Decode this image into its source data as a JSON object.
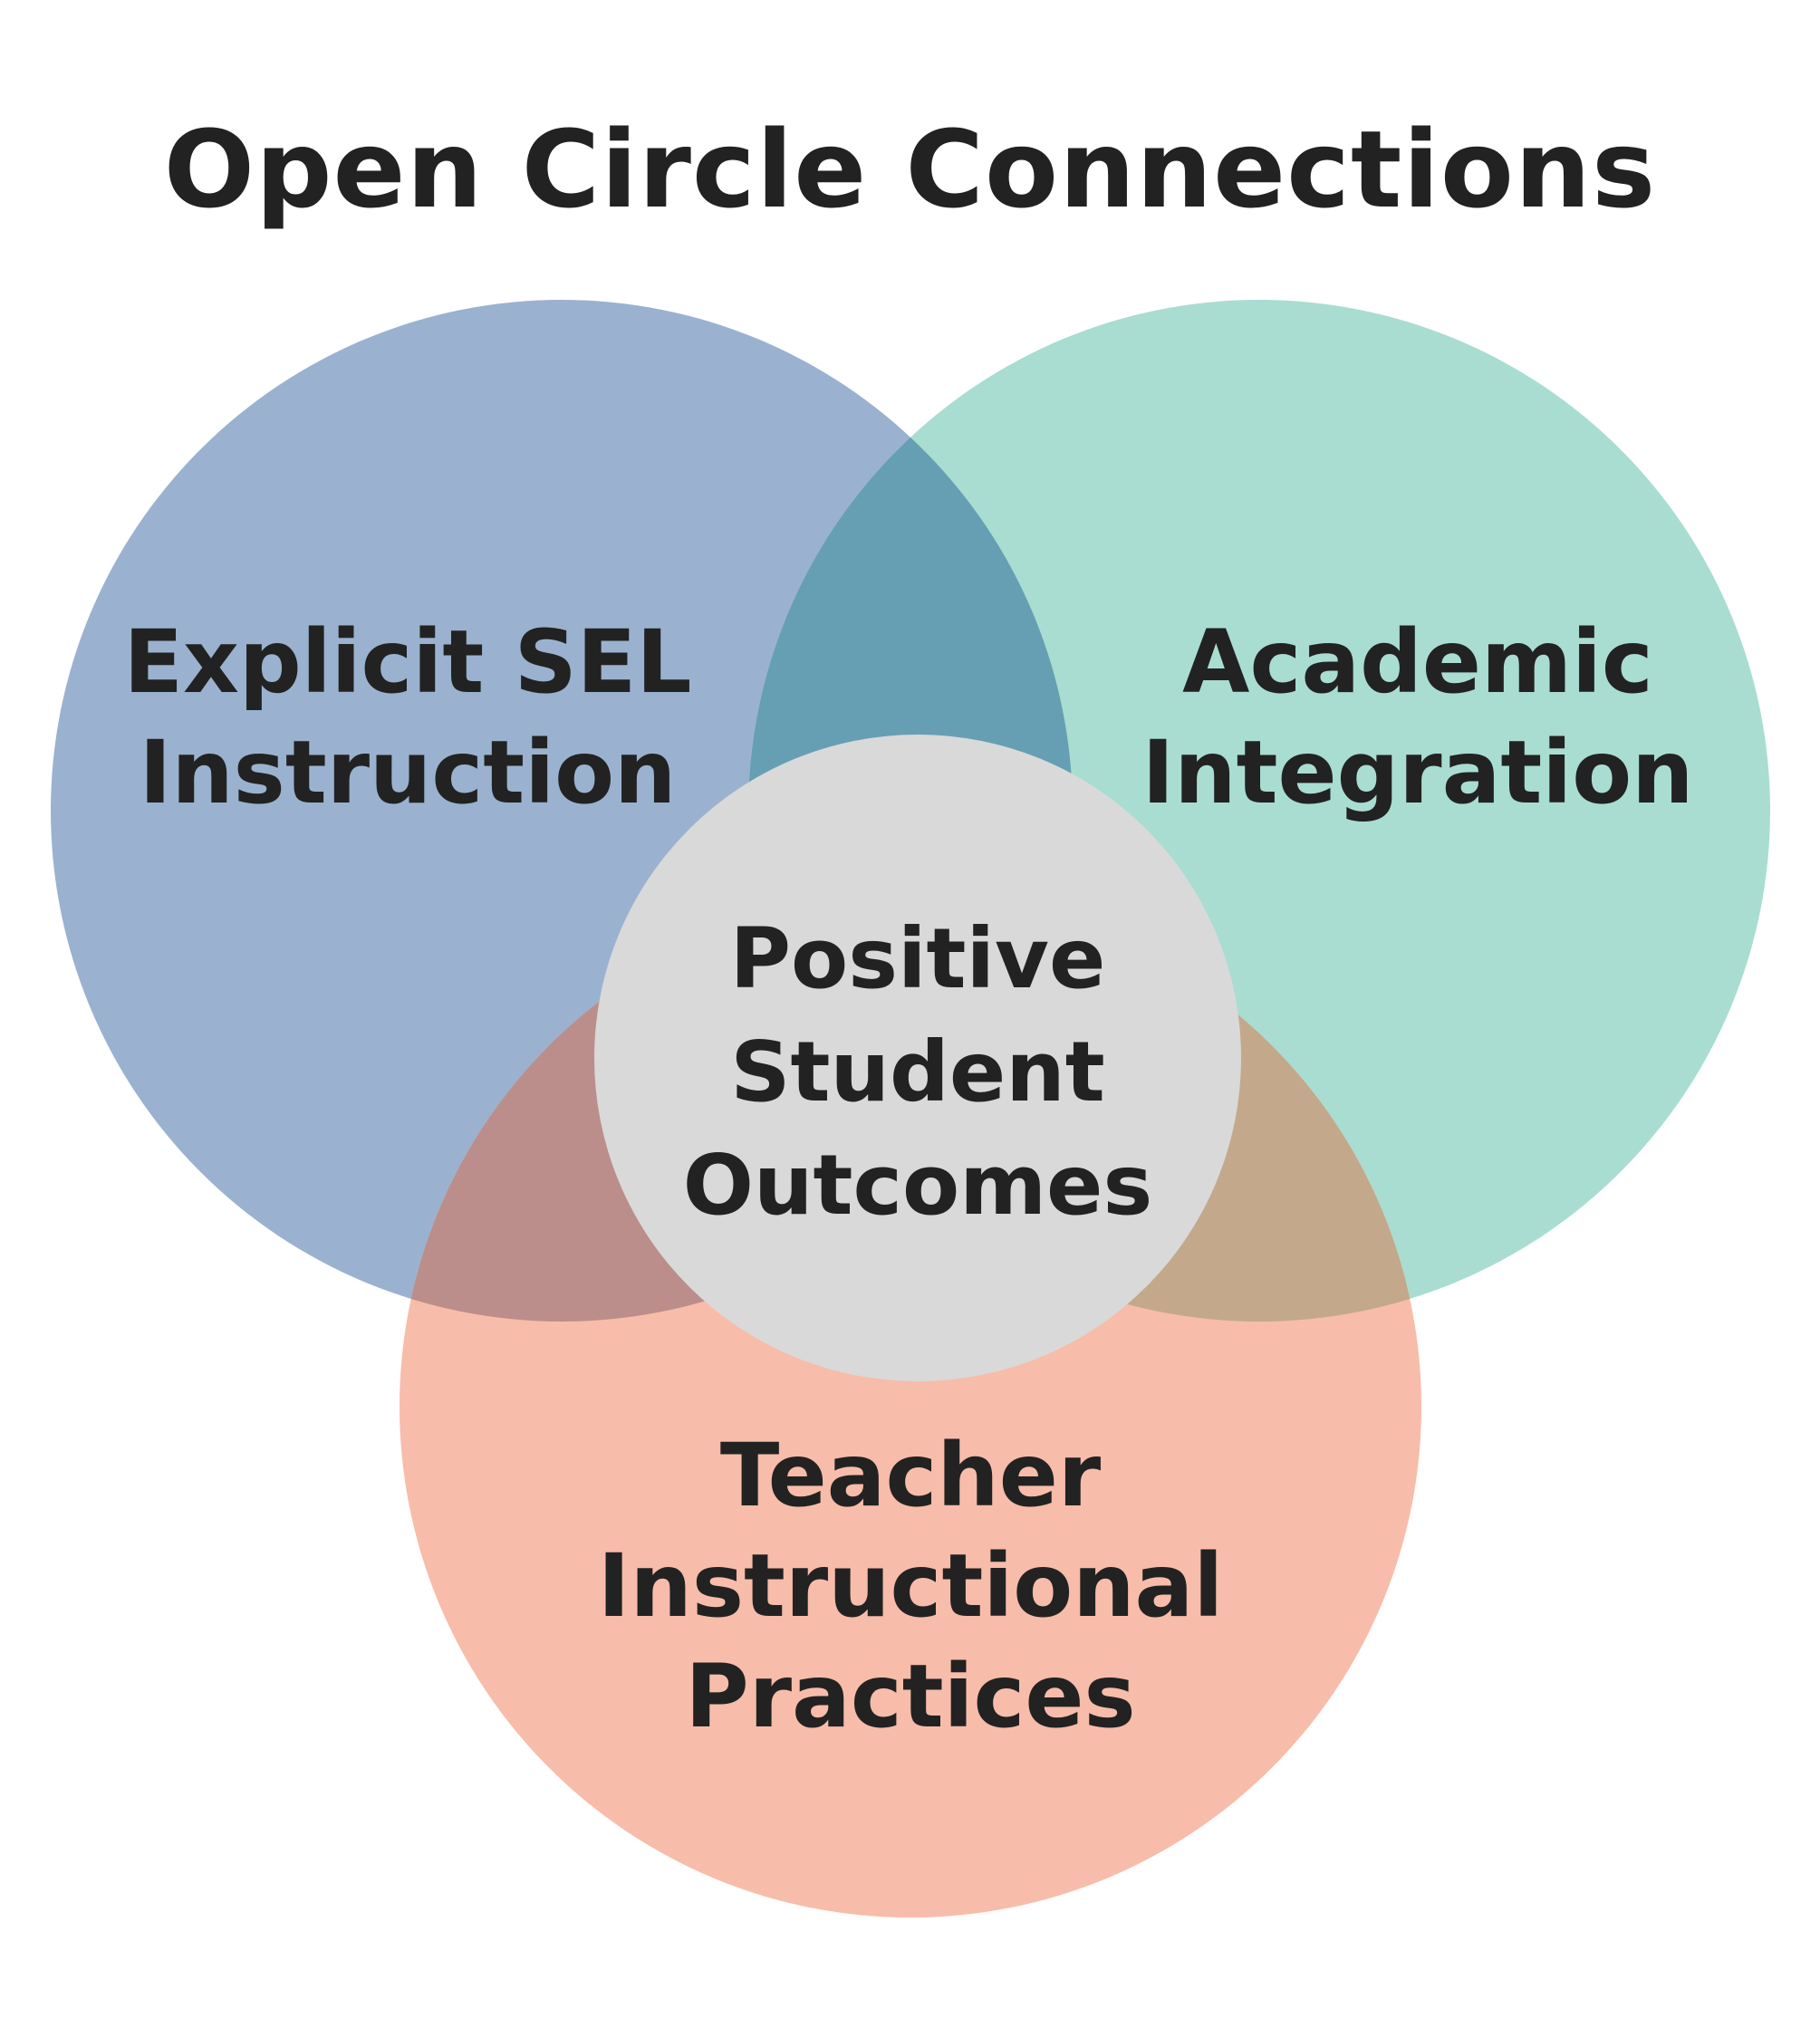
{
  "title": "Open Circle Connections",
  "circles": {
    "sel": {
      "lines": [
        "Explicit SEL",
        "Instruction"
      ],
      "color": "#9ab2cf"
    },
    "academic": {
      "lines": [
        "Academic",
        "Integration"
      ],
      "color": "#a9ddd1"
    },
    "teacher": {
      "lines": [
        "Teacher",
        "Instructional",
        "Practices"
      ],
      "color": "#f8bcaa"
    },
    "center": {
      "lines": [
        "Positive",
        "Student",
        "Outcomes"
      ],
      "color": "#d9d9d9"
    }
  },
  "overlaps": {
    "sel_academic": "#669fb4",
    "sel_teacher": "#bb8e8b",
    "academic_teacher": "#c3a88c"
  },
  "text_color": "#222222"
}
